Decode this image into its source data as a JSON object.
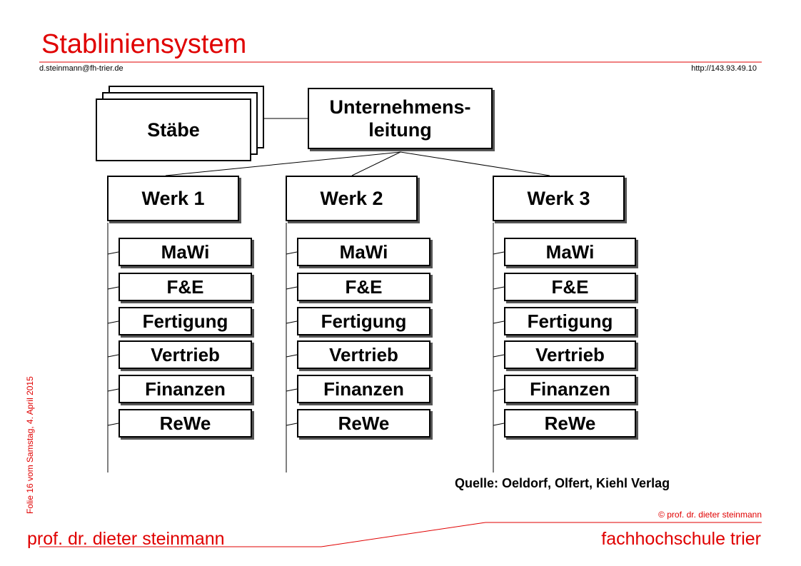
{
  "slide": {
    "title": "Stabliniensystem",
    "email": "d.steinmann@fh-trier.de",
    "url": "http://143.93.49.10",
    "vertical_note": "Folie 16 vom Samstag, 4. April 2015",
    "copyright": "© prof. dr. dieter steinmann",
    "author": "prof. dr. dieter steinmann",
    "institution": "fachhochschule trier"
  },
  "diagram": {
    "top": "Unternehmens-\nleitung",
    "staff": "Stäbe",
    "plants": [
      {
        "name": "Werk 1",
        "units": [
          "MaWi",
          "F&E",
          "Fertigung",
          "Vertrieb",
          "Finanzen",
          "ReWe"
        ]
      },
      {
        "name": "Werk 2",
        "units": [
          "MaWi",
          "F&E",
          "Fertigung",
          "Vertrieb",
          "Finanzen",
          "ReWe"
        ]
      },
      {
        "name": "Werk 3",
        "units": [
          "MaWi",
          "F&E",
          "Fertigung",
          "Vertrieb",
          "Finanzen",
          "ReWe"
        ]
      }
    ],
    "source": "Quelle: Oeldorf, Olfert, Kiehl Verlag"
  },
  "colors": {
    "accent": "#e00000",
    "line": "#000000"
  }
}
